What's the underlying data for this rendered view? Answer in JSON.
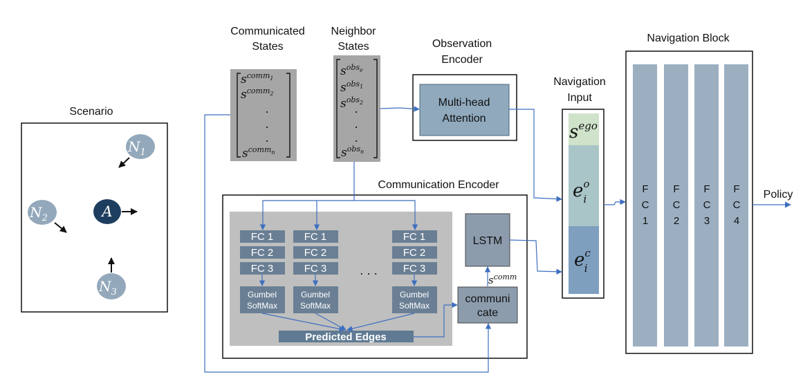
{
  "scenario": {
    "title": "Scenario",
    "agent": {
      "base": "A"
    },
    "neighbors": [
      {
        "base": "N",
        "sub": "1"
      },
      {
        "base": "N",
        "sub": "2"
      },
      {
        "base": "N",
        "sub": "3"
      }
    ]
  },
  "communicated_states": {
    "title_line1": "Communicated",
    "title_line2": "States",
    "rows": [
      {
        "base": "s",
        "sup": "comm",
        "supsub": "1"
      },
      {
        "base": "s",
        "sup": "comm",
        "supsub": "2"
      },
      {
        "base": "s",
        "sup": "comm",
        "supsub": "n"
      }
    ],
    "dot": "."
  },
  "neighbor_states": {
    "title_line1": "Neighbor",
    "title_line2": "States",
    "rows": [
      {
        "base": "s",
        "sup": "obs",
        "supsub": "e"
      },
      {
        "base": "s",
        "sup": "obs",
        "supsub": "1"
      },
      {
        "base": "s",
        "sup": "obs",
        "supsub": "2"
      },
      {
        "base": "s",
        "sup": "obs",
        "supsub": "n"
      }
    ],
    "dot": "."
  },
  "observation_encoder": {
    "title_line1": "Observation",
    "title_line2": "Encoder",
    "block_line1": "Multi-head",
    "block_line2": "Attention"
  },
  "navigation_input": {
    "title_line1": "Navigation",
    "title_line2": "Input",
    "segments": [
      {
        "base": "s",
        "sup": "ego",
        "sub": ""
      },
      {
        "base": "e",
        "sup": "o",
        "sub": "i"
      },
      {
        "base": "e",
        "sup": "c",
        "sub": "i"
      }
    ]
  },
  "communication_encoder": {
    "title": "Communication Encoder",
    "fc_labels": [
      "FC 1",
      "FC 2",
      "FC 3"
    ],
    "gumbel_line1": "Gumbel",
    "gumbel_line2": "SoftMax",
    "ellipsis": ". . .",
    "predicted_edges": "Predicted Edges",
    "lstm": "LSTM",
    "communicate_line1": "communi",
    "communicate_line2": "cate",
    "s_comm": {
      "base": "s",
      "sup": "comm"
    }
  },
  "navigation_block": {
    "title": "Navigation Block",
    "columns": [
      {
        "letters": [
          "F",
          "C",
          "1"
        ]
      },
      {
        "letters": [
          "F",
          "C",
          "2"
        ]
      },
      {
        "letters": [
          "F",
          "C",
          "3"
        ]
      },
      {
        "letters": [
          "F",
          "C",
          "4"
        ]
      }
    ]
  },
  "output": {
    "label": "Policy"
  },
  "colors": {
    "arrow": "#3e6fbf",
    "agent": "#1d3e5e",
    "neighbor": "#93a8bb",
    "matrix_gray": "#a6a6a6",
    "encoder_gray": "#bfbfbf",
    "fc_box": "#6a7f94",
    "attention": "#90a9bd",
    "lstm": "#8c9cad",
    "edges_bar": "#5f7a92",
    "nav_column": "#9bafc1",
    "seg_ego": "#cfe2ca",
    "seg_obs": "#a9c5c7",
    "seg_comm": "#7f9fbf"
  }
}
